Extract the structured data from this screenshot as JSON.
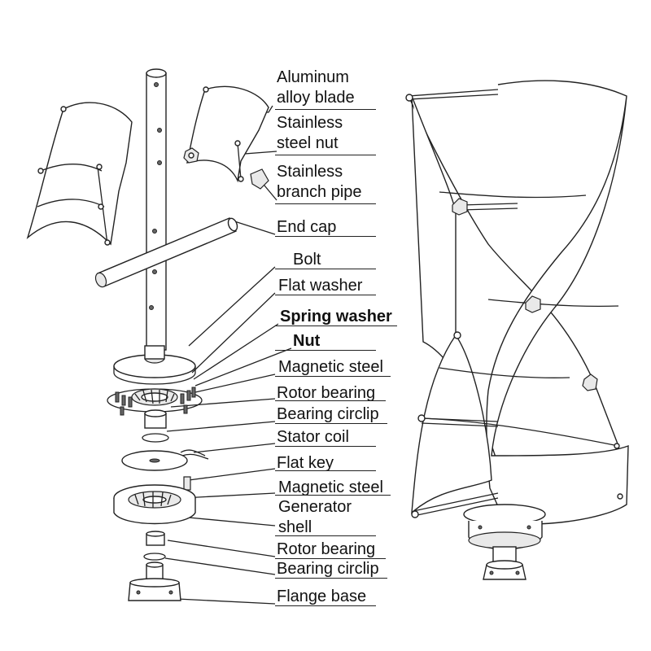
{
  "diagram": {
    "labels": [
      {
        "id": "aluminum-alloy-blade",
        "lines": [
          "Aluminum",
          "alloy blade"
        ]
      },
      {
        "id": "stainless-steel-nut",
        "lines": [
          "Stainless",
          "steel nut"
        ]
      },
      {
        "id": "stainless-branch-pipe",
        "lines": [
          "Stainless",
          "branch pipe"
        ]
      },
      {
        "id": "end-cap",
        "lines": [
          "End cap"
        ]
      },
      {
        "id": "bolt",
        "lines": [
          "Bolt"
        ]
      },
      {
        "id": "flat-washer",
        "lines": [
          "Flat washer"
        ]
      },
      {
        "id": "spring-washer",
        "lines": [
          "Spring washer"
        ]
      },
      {
        "id": "nut",
        "lines": [
          "Nut"
        ]
      },
      {
        "id": "magnetic-steel-1",
        "lines": [
          "Magnetic steel"
        ]
      },
      {
        "id": "rotor-bearing-1",
        "lines": [
          "Rotor bearing"
        ]
      },
      {
        "id": "bearing-circlip-1",
        "lines": [
          "Bearing circlip"
        ]
      },
      {
        "id": "stator-coil",
        "lines": [
          "Stator coil"
        ]
      },
      {
        "id": "flat-key",
        "lines": [
          "Flat key"
        ]
      },
      {
        "id": "magnetic-steel-2",
        "lines": [
          "Magnetic steel"
        ]
      },
      {
        "id": "generator-shell",
        "lines": [
          "Generator",
          "shell"
        ]
      },
      {
        "id": "rotor-bearing-2",
        "lines": [
          "Rotor bearing"
        ]
      },
      {
        "id": "bearing-circlip-2",
        "lines": [
          "Bearing circlip"
        ]
      },
      {
        "id": "flange-base",
        "lines": [
          "Flange base"
        ]
      }
    ]
  }
}
